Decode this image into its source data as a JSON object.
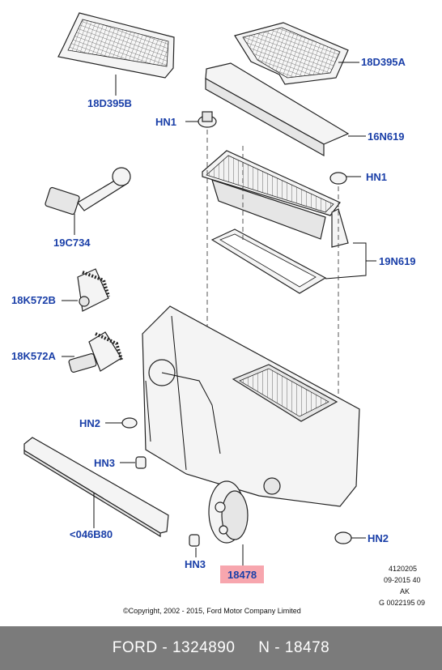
{
  "callouts": {
    "filter_frame": "18D395B",
    "filter_frame_right": "18D395A",
    "hn1_top": "HN1",
    "filter": "16N619",
    "hn1_right": "HN1",
    "sensor": "19C734",
    "seal": "19N619",
    "actuator_1": "18K572B",
    "actuator_2": "18K572A",
    "hn2_left": "HN2",
    "hn3_left": "HN3",
    "foam_strip": "<046B80",
    "hn3_bottom": "HN3",
    "hn2_right": "HN2",
    "blower_motor": "18478"
  },
  "meta": {
    "ref1": "4120205",
    "ref2": "09-2015 40",
    "ref3": "AK",
    "ref4": "G 0022195 09"
  },
  "copyright": "©Copyright, 2002 - 2015, Ford Motor Company Limited",
  "footer": {
    "text": "FORD - 1324890     N - 18478"
  },
  "colors": {
    "label": "#1a3fa8",
    "highlight": "#f7a6ae",
    "footer_bg": "#7b7b7b"
  }
}
